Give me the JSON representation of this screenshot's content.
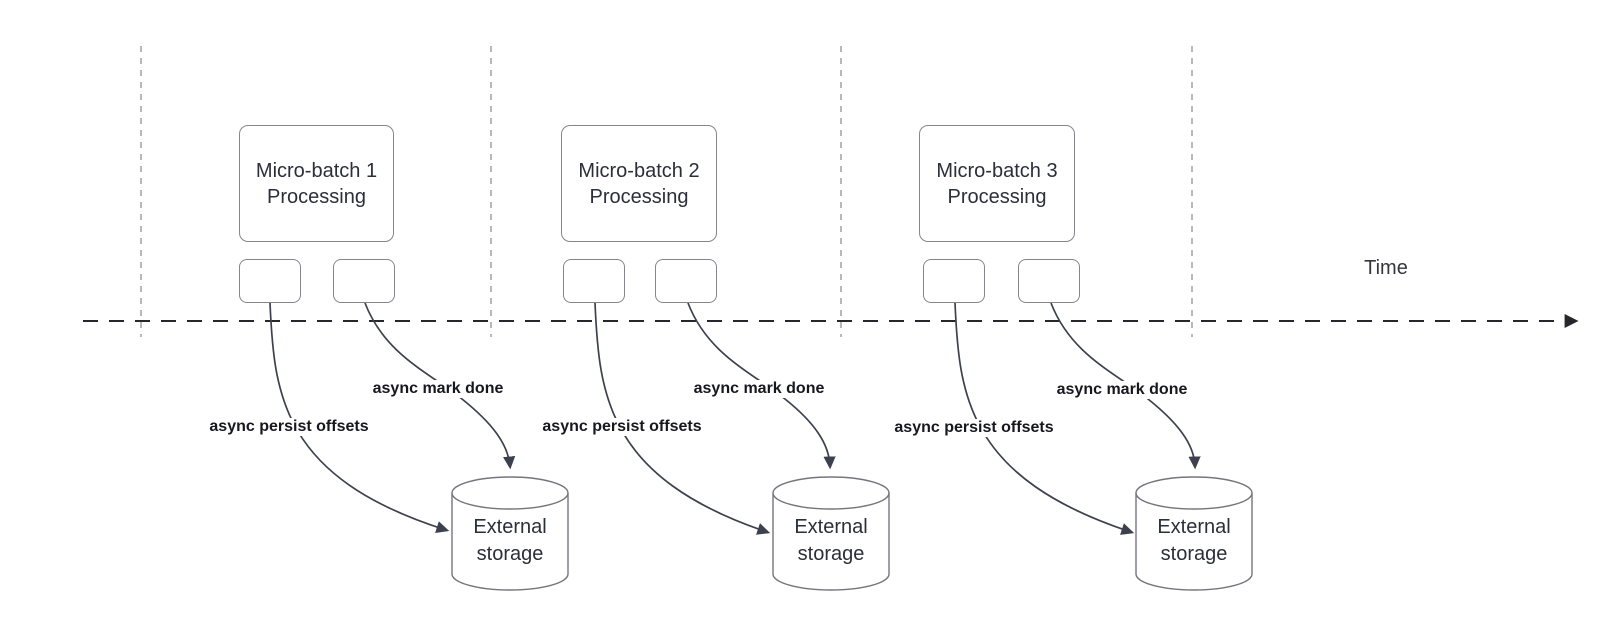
{
  "diagram": {
    "time_label": "Time",
    "batches": [
      {
        "title_line1": "Micro-batch 1",
        "title_line2": "Processing",
        "persist_label": "async persist offsets",
        "mark_done_label": "async mark done",
        "storage_line1": "External",
        "storage_line2": "storage"
      },
      {
        "title_line1": "Micro-batch 2",
        "title_line2": "Processing",
        "persist_label": "async persist offsets",
        "mark_done_label": "async mark done",
        "storage_line1": "External",
        "storage_line2": "storage"
      },
      {
        "title_line1": "Micro-batch 3",
        "title_line2": "Processing",
        "persist_label": "async persist offsets",
        "mark_done_label": "async mark done",
        "storage_line1": "External",
        "storage_line2": "storage"
      }
    ],
    "colors": {
      "background": "#ffffff",
      "shape_border": "#85858d",
      "connector": "#3d414d",
      "timeline": "#26262b",
      "guide_line": "#a6a6ac",
      "box_text": "#2b2f3a",
      "edge_label_text": "#17171f",
      "time_text": "#36363f"
    }
  }
}
